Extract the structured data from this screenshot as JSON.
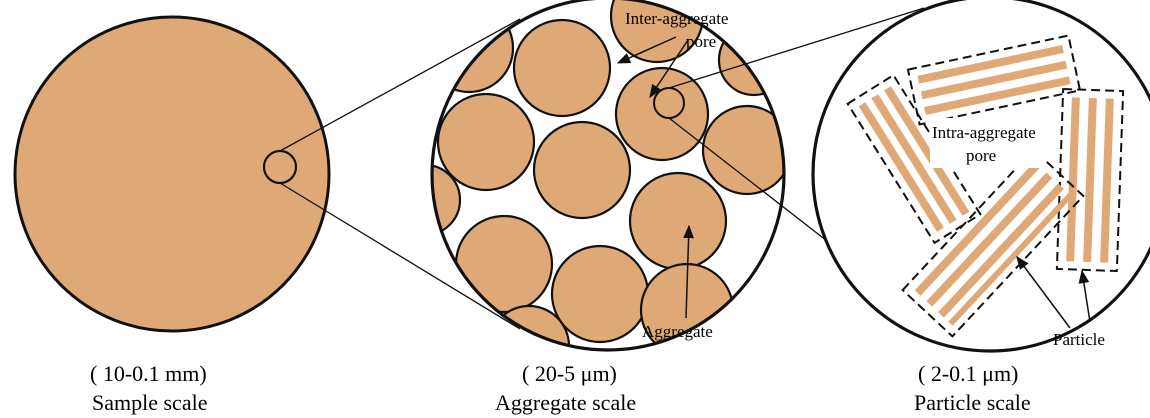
{
  "colors": {
    "fill": "#dfa977",
    "stroke": "#111111",
    "background": "#ffffff"
  },
  "panels": [
    {
      "range": "( 10-0.1 mm)",
      "scale": "Sample scale"
    },
    {
      "range": "( 20-5 μm)",
      "scale": "Aggregate scale"
    },
    {
      "range": "( 2-0.1 μm)",
      "scale": "Particle scale"
    }
  ],
  "annotations": {
    "inter_line1": "Inter-aggregate",
    "inter_line2": "pore",
    "intra_line1": "Intra-aggregate",
    "intra_line2": "pore",
    "aggregate": "Aggregate",
    "particle": "Particle"
  }
}
